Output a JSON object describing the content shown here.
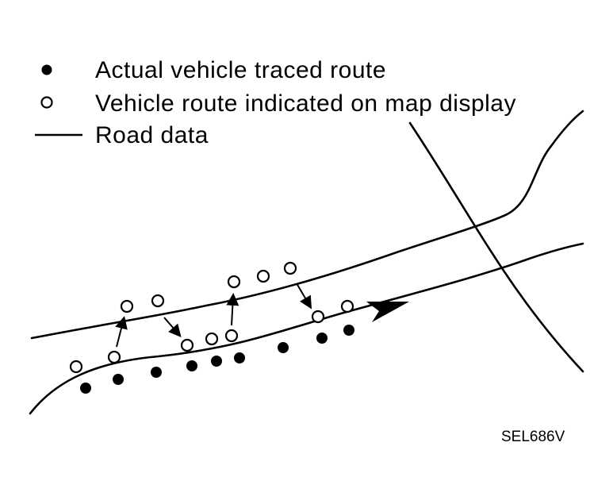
{
  "legend": {
    "actual_label": "Actual vehicle traced route",
    "indicated_label": "Vehicle route indicated on map display",
    "road_label": "Road data"
  },
  "figure_code": "SEL686V",
  "colors": {
    "ink": "#000000",
    "background": "#ffffff"
  }
}
